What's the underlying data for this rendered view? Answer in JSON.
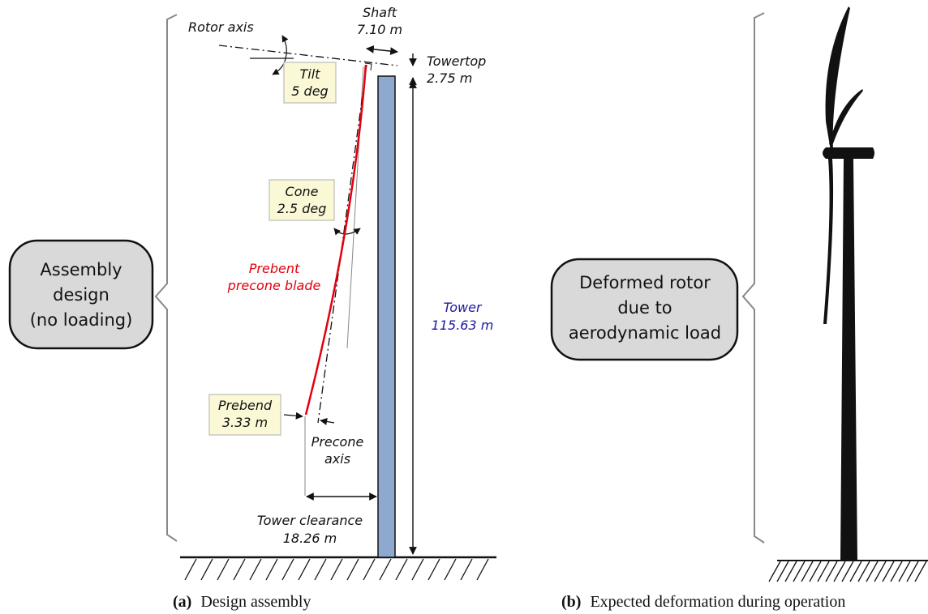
{
  "panel_a": {
    "bubble": [
      "Assembly",
      "design",
      "(no loading)"
    ],
    "rotor_axis": "Rotor axis",
    "shaft": [
      "Shaft",
      "7.10 m"
    ],
    "towertop": [
      "Towertop",
      "2.75 m"
    ],
    "tilt": [
      "Tilt",
      "5 deg"
    ],
    "cone": [
      "Cone",
      "2.5 deg"
    ],
    "blade": [
      "Prebent",
      "precone blade"
    ],
    "tower": [
      "Tower",
      "115.63 m"
    ],
    "prebend": [
      "Prebend",
      "3.33 m"
    ],
    "precone_axis": [
      "Precone",
      "axis"
    ],
    "clearance": [
      "Tower clearance",
      "18.26 m"
    ],
    "caption_label": "(a)",
    "caption_text": "Design assembly"
  },
  "panel_b": {
    "bubble": [
      "Deformed rotor",
      "due to",
      "aerodynamic load"
    ],
    "caption_label": "(b)",
    "caption_text": "Expected deformation during operation"
  },
  "colors": {
    "blade": "#e3000f",
    "tower_fill": "#8ea9cf",
    "tower_label": "#1a1aa0",
    "note_fill": "#fbf8d6",
    "bubble_fill": "#d9d9d9",
    "turbine": "#111111"
  }
}
